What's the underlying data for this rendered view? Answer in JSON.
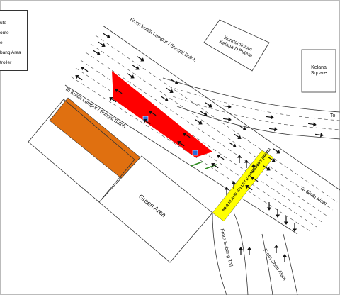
{
  "legend": {
    "items": [
      {
        "text": "ute"
      },
      {
        "text": "oute"
      },
      {
        "text": "e"
      },
      {
        "text": "bang Area"
      },
      {
        "text": "troller"
      }
    ]
  },
  "roads": {
    "kl_sungai_buloh_upper": "From Kuala Lumpur / Sungai Buloh",
    "kl_sungai_buloh_lower": "To Kuala Lumpur / Sungai Buloh",
    "to_shah_alam": "To Shah Alam",
    "from_shah_alam": "From Shah Alam",
    "from_subang_toll": "From Subang Toll",
    "to_right": "To",
    "nkve": "NEW KLANG VALLEY EXPRESSWAY (NKVE)"
  },
  "buildings": {
    "kondominium": "Kondominium Kelana D'Putera",
    "kelana_square": "Kelana Square",
    "green_area": "Green Area"
  },
  "colors": {
    "work_zone": "#ff0000",
    "orange_block": "#e07010",
    "nkve_band": "#ffff00",
    "arrow": "#111111",
    "green_arrow": "#2e8b20"
  }
}
